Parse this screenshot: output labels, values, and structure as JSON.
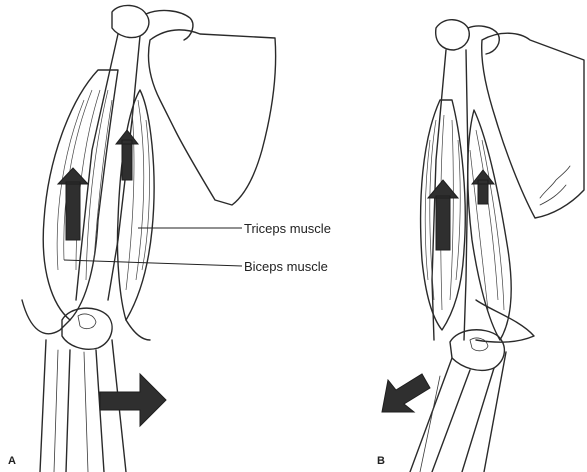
{
  "labels": {
    "triceps": "Triceps muscle",
    "biceps": "Biceps muscle"
  },
  "panels": {
    "a": "A",
    "b": "B"
  },
  "colors": {
    "ink": "#2a2a2a",
    "arrow": "#2f2f2f",
    "background": "#ffffff"
  }
}
